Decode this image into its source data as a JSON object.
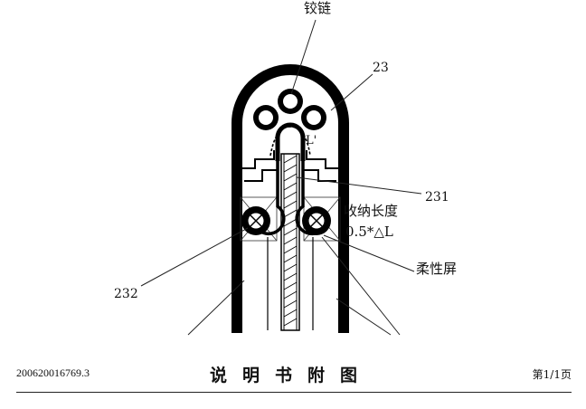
{
  "labels": {
    "hinge": "铰链",
    "ref_23": "23",
    "l_prime": "L'",
    "ref_231": "231",
    "storage_length": "收纳长度",
    "half_delta_l": "0.5*△L",
    "flexible_screen": "柔性屏",
    "ref_232": "232"
  },
  "footer": {
    "patent_number": "200620016769.3",
    "title": "说明书附图",
    "page": "第1/1页"
  }
}
